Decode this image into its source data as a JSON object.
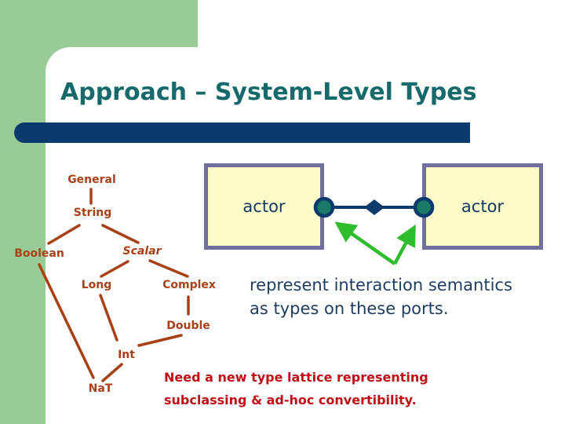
{
  "slide": {
    "title": "Approach – System-Level Types"
  },
  "type_tree": {
    "nodes": {
      "general": "General",
      "string": "String",
      "boolean": "Boolean",
      "scalar": "Scalar",
      "long": "Long",
      "complex": "Complex",
      "double": "Double",
      "int": "Int",
      "nat": "NaT"
    }
  },
  "actor_diagram": {
    "left_actor_label": "actor",
    "right_actor_label": "actor"
  },
  "annotations": {
    "ports_note_line1": "represent interaction semantics",
    "ports_note_line2": "as types on these ports.",
    "lattice_note_line1": "Need a new type lattice representing",
    "lattice_note_line2": "subclassing & ad-hoc convertibility."
  },
  "colors": {
    "slide_accent_green": "#99cb97",
    "title_teal": "#166a6c",
    "bar_navy": "#0d3a6d",
    "tree_rust": "#a84018",
    "note_navy": "#1d3c5f",
    "note_red": "#c00d16",
    "actor_box_fill": "#fdfcc8",
    "actor_box_border": "#70709f",
    "port_teal": "#1b7a66",
    "arrow_green": "#2fbd2f"
  }
}
